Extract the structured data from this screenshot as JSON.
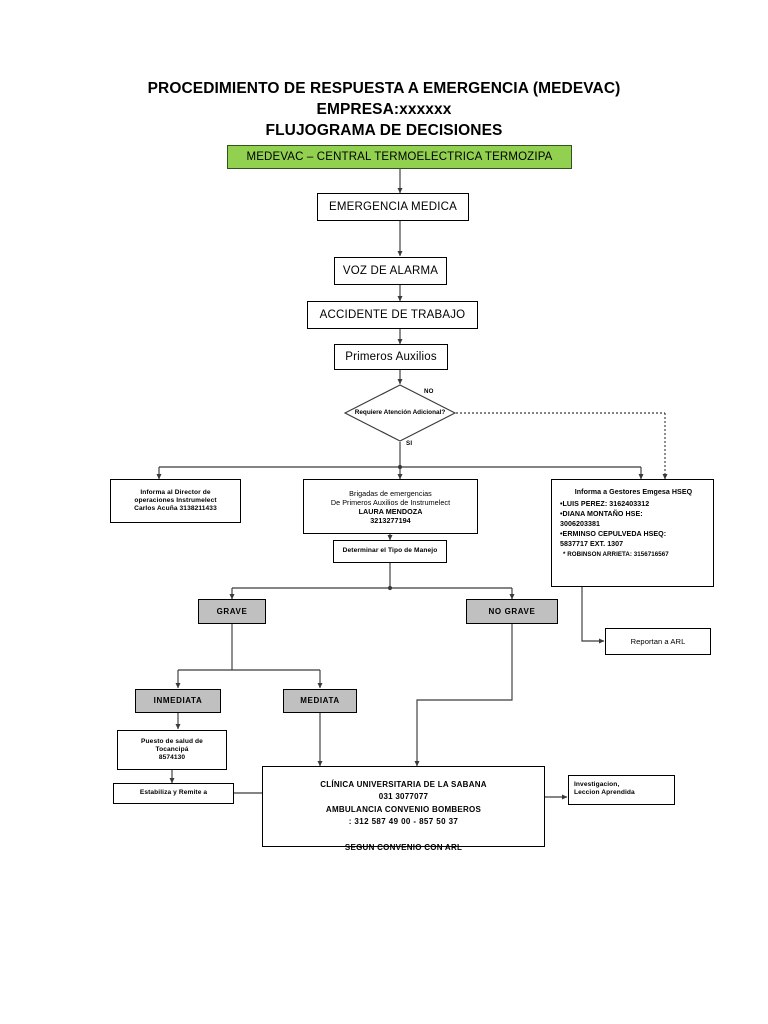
{
  "document": {
    "title_lines": [
      "PROCEDIMIENTO DE RESPUESTA A EMERGENCIA (MEDEVAC)",
      "EMPRESA:xxxxxx",
      "FLUJOGRAMA DE  DECISIONES"
    ]
  },
  "colors": {
    "header_green": "#92D050",
    "stage_gray": "#C0C0C0",
    "node_border": "#000000",
    "background": "#FFFFFF"
  },
  "chart_data": {
    "type": "flowchart",
    "title": "PROCEDIMIENTO DE RESPUESTA A EMERGENCIA (MEDEVAC) - FLUJOGRAMA DE DECISIONES",
    "orientation": "top-down"
  },
  "nodes": {
    "header": {
      "label": "MEDEVAC – CENTRAL TERMOELECTRICA TERMOZIPA",
      "shape": "process",
      "fill": "#92D050"
    },
    "emergencia": {
      "label": "EMERGENCIA MEDICA",
      "shape": "process"
    },
    "voz_alarma": {
      "label": "VOZ DE ALARMA",
      "shape": "process"
    },
    "accidente": {
      "label": "ACCIDENTE DE TRABAJO",
      "shape": "process"
    },
    "primeros_auxilios": {
      "label": "Primeros Auxilios",
      "shape": "process"
    },
    "decision": {
      "shape": "decision",
      "lines": [
        "Requiere",
        "Atención",
        "Adicional?"
      ],
      "branch_no": "NO",
      "branch_si": "SI"
    },
    "informa_director": {
      "shape": "process",
      "lines": [
        "Informa al Director de",
        "operaciones Instrumelect",
        "Carlos Acuña 3138211433"
      ]
    },
    "brigadas": {
      "shape": "process",
      "lines": [
        "Brigadas de emergencias",
        "De Primeros Auxilios de Instrumelect",
        "LAURA MENDOZA",
        "3213277194"
      ]
    },
    "gestores_hseq": {
      "shape": "process",
      "header": "Informa a Gestores Emgesa  HSEQ",
      "items": [
        "•LUIS PEREZ: 3162403312",
        "•DIANA MONTAÑO HSE:",
        "3006203381",
        "•ERMINSO CEPULVEDA HSEQ:",
        "5837717 EXT. 1307"
      ],
      "last_item": "* ROBINSON ARRIETA: 3156716567"
    },
    "determinar_manejo": {
      "label": "Determinar el Tipo de Manejo",
      "shape": "process"
    },
    "grave": {
      "label": "GRAVE",
      "shape": "process",
      "fill": "#C0C0C0"
    },
    "no_grave": {
      "label": "NO GRAVE",
      "shape": "process",
      "fill": "#C0C0C0"
    },
    "reportan_arl": {
      "label": "Reportan a ARL",
      "shape": "process"
    },
    "inmediata": {
      "label": "INMEDIATA",
      "shape": "process",
      "fill": "#C0C0C0"
    },
    "mediata": {
      "label": "MEDIATA",
      "shape": "process",
      "fill": "#C0C0C0"
    },
    "puesto_salud": {
      "shape": "process",
      "lines": [
        "Puesto de salud de",
        "Tocancipá",
        "8574130"
      ]
    },
    "estabiliza": {
      "label": "Estabiliza y Remite a",
      "shape": "process"
    },
    "clinica": {
      "shape": "process",
      "lines": [
        "CLÍNICA UNIVERSITARIA DE LA SABANA",
        "031 3077077",
        "AMBULANCIA CONVENIO BOMBEROS",
        ":          312 587 49 00 - 857 50 37"
      ],
      "footer": "SEGUN CONVENIO CON ARL"
    },
    "investigacion": {
      "shape": "process",
      "lines": [
        "Investigacion,",
        "Leccion Aprendida"
      ]
    }
  }
}
